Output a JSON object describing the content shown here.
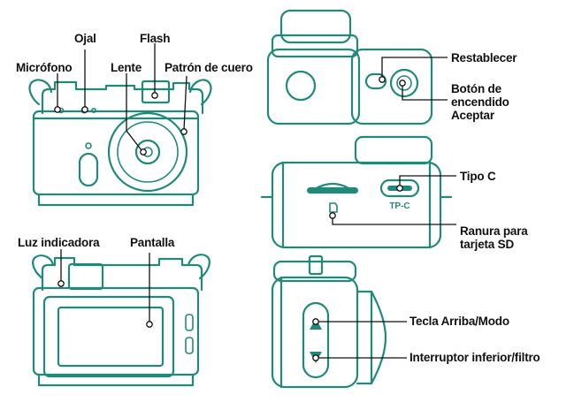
{
  "colors": {
    "outline": "#1f8a7a",
    "leader": "#111111",
    "background": "#ffffff"
  },
  "labels": {
    "microphone": "Micrófono",
    "strap_eyelet": "Ojal",
    "flash": "Flash",
    "lens": "Lente",
    "leather_pattern": "Patrón de cuero",
    "reset": "Restablecer",
    "power_button": "Botón de\nencendido\nAceptar",
    "usb_type_c": "Tipo C",
    "sd_slot": "Ranura para\ntarjeta SD",
    "indicator_light": "Luz indicadora",
    "screen": "Pantalla",
    "up_mode_key": "Tecla Arriba/Modo",
    "down_filter_switch": "Interruptor inferior/filtro"
  },
  "port_text": "TP-C"
}
